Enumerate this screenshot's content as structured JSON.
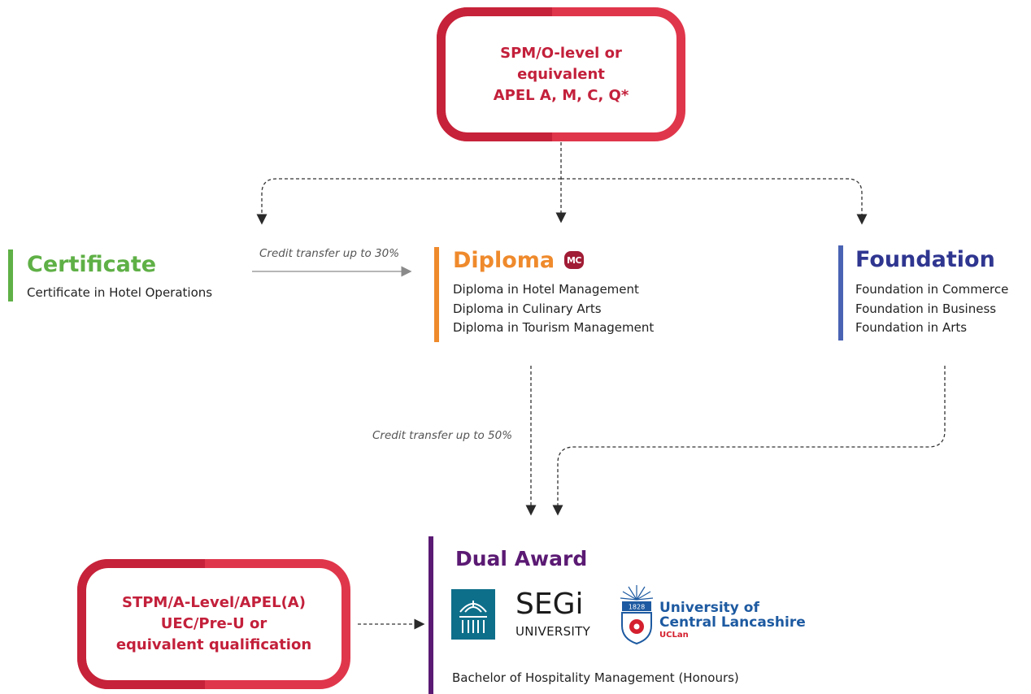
{
  "top_entry": {
    "lines": [
      "SPM/O-level or",
      "equivalent",
      "APEL A, M, C, Q*"
    ]
  },
  "certificate": {
    "heading": "Certificate",
    "color": "#5fb046",
    "programmes": [
      "Certificate in Hotel Operations"
    ]
  },
  "diploma": {
    "heading": "Diploma",
    "badge": "MC",
    "color": "#ef8a2c",
    "programmes": [
      "Diploma in Hotel Management",
      "Diploma in Culinary Arts",
      "Diploma in Tourism Management"
    ]
  },
  "foundation": {
    "heading": "Foundation",
    "color": "#2f3690",
    "bar_color": "#4a63b3",
    "programmes": [
      "Foundation in Commerce",
      "Foundation in Business",
      "Foundation in Arts"
    ]
  },
  "credit_transfer_30": "Credit transfer up to 30%",
  "credit_transfer_50": "Credit transfer up to 50%",
  "bottom_entry": {
    "lines": [
      "STPM/A-Level/APEL(A)",
      "UEC/Pre-U or",
      "equivalent qualification"
    ]
  },
  "dual_award": {
    "heading": "Dual Award",
    "color": "#5b1a73",
    "segi_name": "SEGi",
    "segi_sub": "UNIVERSITY",
    "uclan_year": "1828",
    "uclan_line1": "University of",
    "uclan_line2": "Central Lancashire",
    "uclan_short": "UCLan",
    "programme": "Bachelor of Hospitality Management (Honours)"
  },
  "colors": {
    "entry_light": "#e0364b",
    "entry_dark": "#c62239",
    "entry_text": "#c3203b",
    "segi_teal": "#0e6f8a",
    "uclan_blue": "#1d5aa1",
    "uclan_red": "#d4202e"
  }
}
